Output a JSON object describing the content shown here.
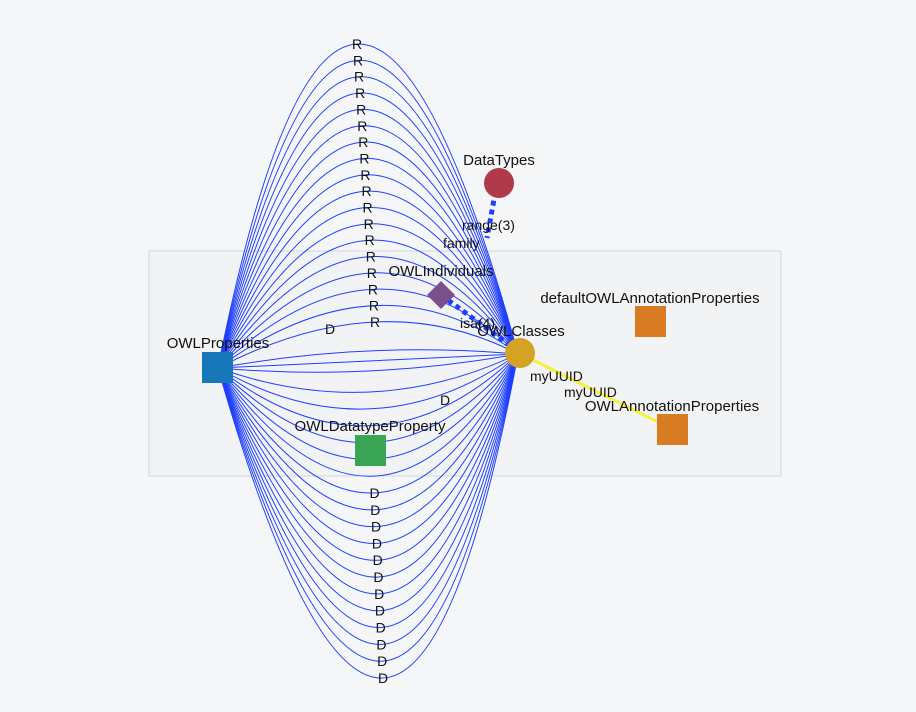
{
  "colors": {
    "background": "#f5f6f8",
    "group_box_fill": "#f2f3f5",
    "group_box_stroke": "#d4d6da",
    "arc": "#1f3fff",
    "dashed_edge": "#1f3fff",
    "yellow_edge": "#f4f23a"
  },
  "nodes": {
    "owl_properties": {
      "label": "OWLProperties",
      "shape": "square",
      "color": "#1877b8"
    },
    "owl_classes": {
      "label": "OWLClasses",
      "shape": "circle",
      "color": "#d4a323"
    },
    "data_types": {
      "label": "DataTypes",
      "shape": "circle",
      "color": "#b23a48"
    },
    "owl_individuals": {
      "label": "OWLIndividuals",
      "shape": "diamond",
      "color": "#7b4f8c"
    },
    "owl_datatype_property": {
      "label": "OWLDatatypeProperty",
      "shape": "square",
      "color": "#3aa655"
    },
    "default_owl_annotation_properties": {
      "label": "defaultOWLAnnotationProperties",
      "shape": "square",
      "color": "#d97b22"
    },
    "owl_annotation_properties": {
      "label": "OWLAnnotationProperties",
      "shape": "square",
      "color": "#d97b22"
    }
  },
  "edges": {
    "range": {
      "label": "range(3)"
    },
    "family": {
      "label": "family"
    },
    "isa": {
      "label": "isa(4)"
    },
    "my_uuid_1": {
      "label": "myUUID"
    },
    "my_uuid_2": {
      "label": "myUUID"
    },
    "d_upper": {
      "label": "D"
    },
    "d_lower": {
      "label": "D"
    }
  },
  "arc_labels": {
    "upper": [
      "R",
      "R",
      "R",
      "R",
      "R",
      "R",
      "R",
      "R",
      "R",
      "R",
      "R",
      "R",
      "R",
      "R",
      "R",
      "R",
      "R",
      "R"
    ],
    "lower": [
      "D",
      "D",
      "D",
      "D",
      "D",
      "D",
      "D",
      "D",
      "D",
      "D",
      "D",
      "D"
    ]
  },
  "icons": {
    "square_node": "square-node-icon",
    "circle_node": "circle-node-icon",
    "diamond_node": "diamond-node-icon"
  }
}
